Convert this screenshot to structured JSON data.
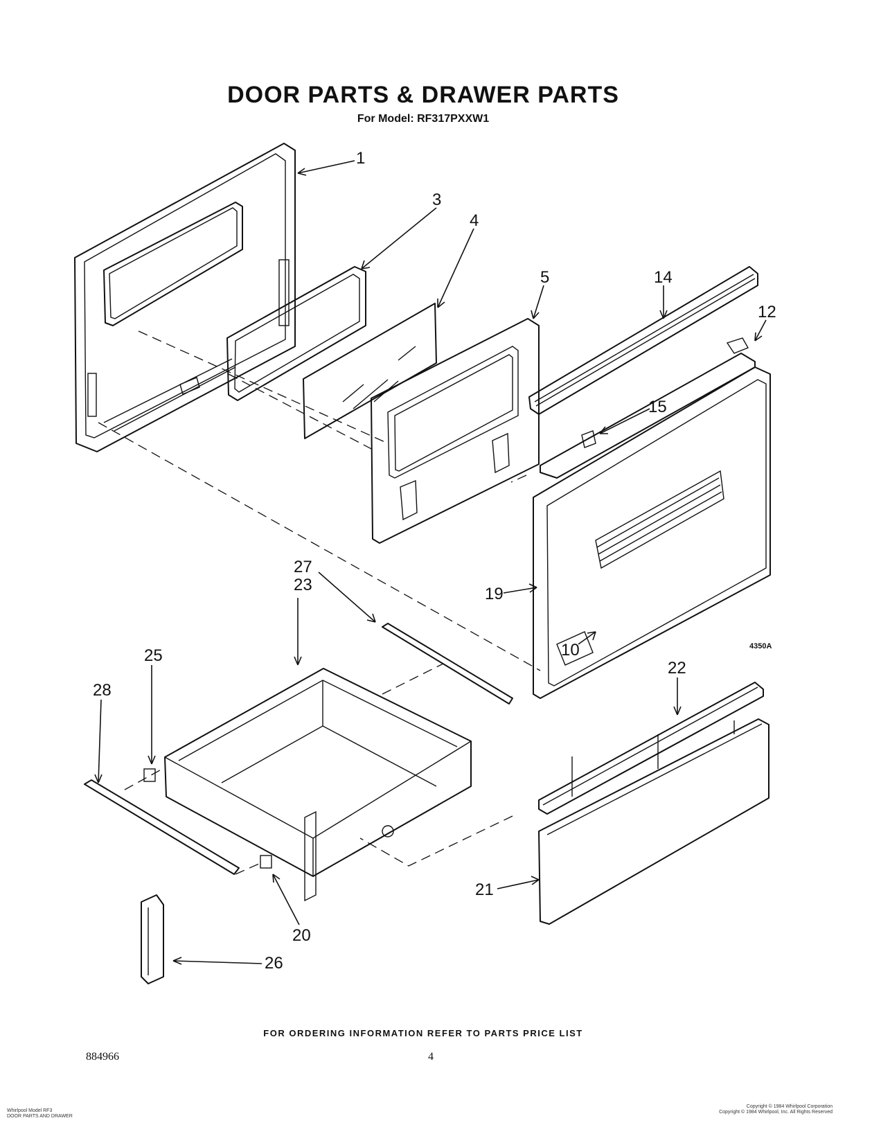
{
  "header": {
    "title": "DOOR PARTS & DRAWER PARTS",
    "subtitle": "For Model: RF317PXXW1"
  },
  "callouts": [
    {
      "id": "c1",
      "label": "1"
    },
    {
      "id": "c3",
      "label": "3"
    },
    {
      "id": "c4",
      "label": "4"
    },
    {
      "id": "c5",
      "label": "5"
    },
    {
      "id": "c14",
      "label": "14"
    },
    {
      "id": "c12",
      "label": "12"
    },
    {
      "id": "c15",
      "label": "15"
    },
    {
      "id": "c19",
      "label": "19"
    },
    {
      "id": "c10",
      "label": "10"
    },
    {
      "id": "c27",
      "label": "27"
    },
    {
      "id": "c23",
      "label": "23"
    },
    {
      "id": "c25",
      "label": "25"
    },
    {
      "id": "c28",
      "label": "28"
    },
    {
      "id": "c22",
      "label": "22"
    },
    {
      "id": "c20",
      "label": "20"
    },
    {
      "id": "c21",
      "label": "21"
    },
    {
      "id": "c26",
      "label": "26"
    }
  ],
  "drawing_code": "4350A",
  "footer": {
    "note": "FOR ORDERING INFORMATION REFER TO PARTS PRICE LIST",
    "doc_number": "884966",
    "page_number": "4",
    "left_small_1": "Whirlpool Model RF3",
    "left_small_2": "DOOR PARTS AND DRAWER",
    "right_small_1": "Copyright © 1984 Whirlpool Corporation",
    "right_small_2": "Copyright © 1984 Whirlpool, Inc. All Rights Reserved"
  }
}
